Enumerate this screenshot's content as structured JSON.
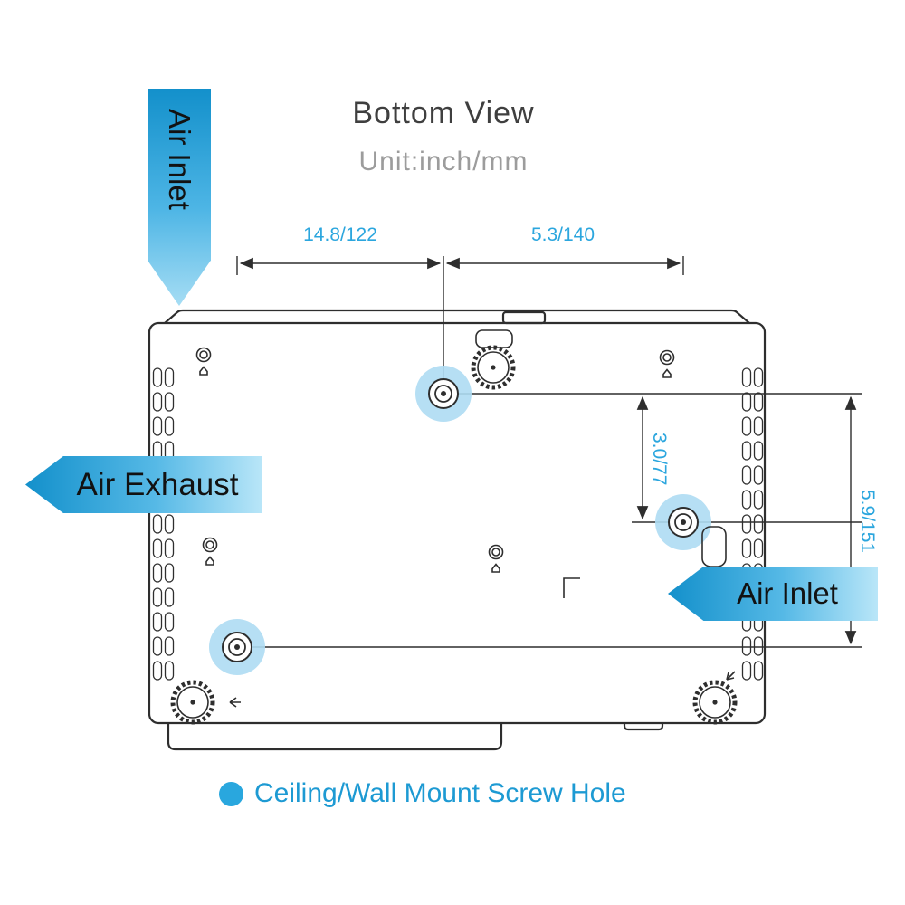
{
  "header": {
    "title": "Bottom View",
    "subtitle": "Unit:inch/mm"
  },
  "airflow_labels": {
    "top": "Air Inlet",
    "left": "Air Exhaust",
    "right": "Air Inlet"
  },
  "dimensions": {
    "horizontal_left": "14.8/122",
    "horizontal_right": "5.3/140",
    "vertical_inner": "3.0/77",
    "vertical_outer": "5.9/151"
  },
  "legend": {
    "screw_hole_label": "Ceiling/Wall Mount Screw Hole"
  },
  "colors": {
    "accent_blue": "#29a7de",
    "banner_gradient_start": "#1390cb",
    "banner_gradient_end": "#b9e6f8",
    "dimension_text": "#2ba6de",
    "legend_text": "#1d9ad3",
    "screw_hole_highlight": "#aedcf3",
    "line": "#2e2e2e"
  }
}
